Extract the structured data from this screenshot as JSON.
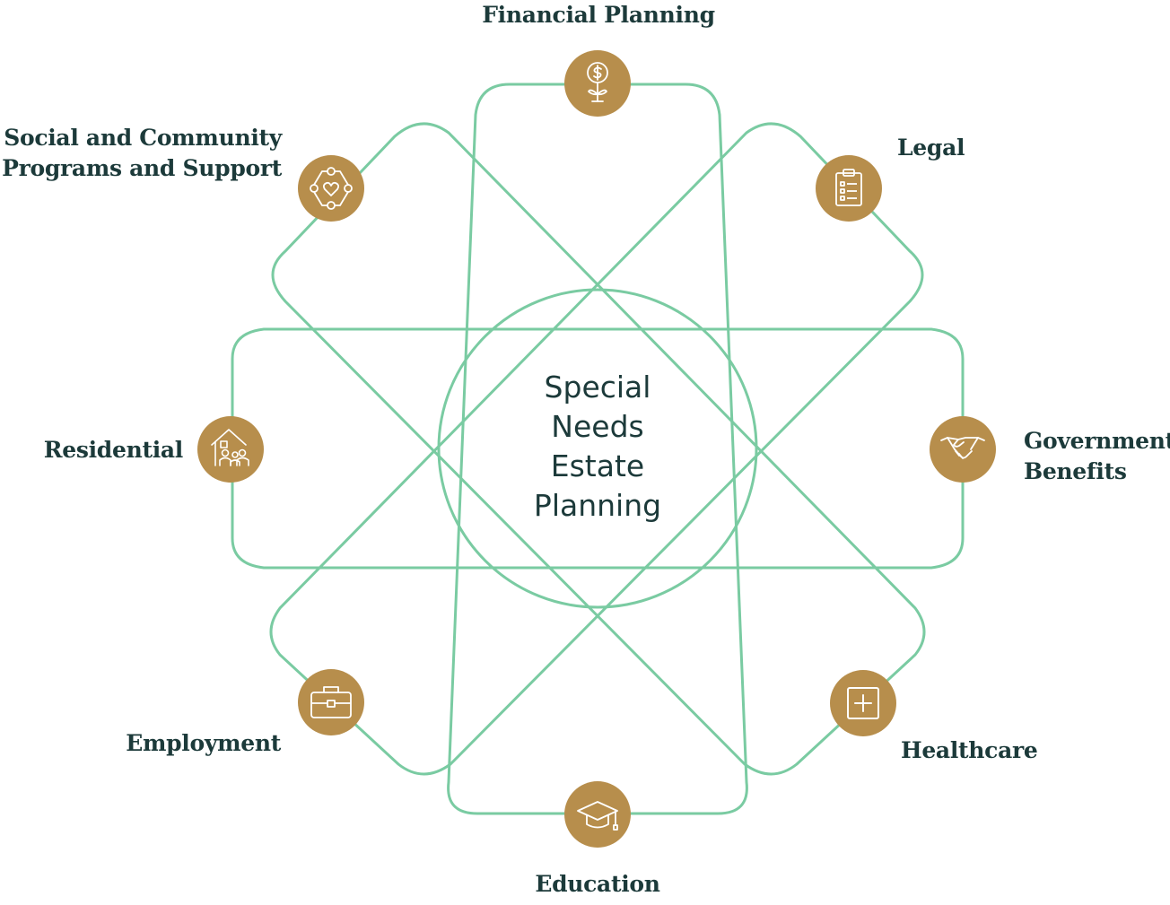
{
  "center_title": [
    "Special",
    "Needs",
    "Estate",
    "Planning"
  ],
  "colors": {
    "ring": "#7acba2",
    "node": "#b78e4c",
    "icon": "#ffffff",
    "text": "#1c3a3a"
  },
  "nodes": [
    {
      "id": "financial",
      "icon": "dollar-plant-icon",
      "label": [
        "Financial Planning"
      ]
    },
    {
      "id": "legal",
      "icon": "clipboard-checklist-icon",
      "label": [
        "Legal"
      ]
    },
    {
      "id": "government",
      "icon": "handshake-icon",
      "label": [
        "Government",
        "Benefits"
      ]
    },
    {
      "id": "healthcare",
      "icon": "medical-plus-icon",
      "label": [
        "Healthcare"
      ]
    },
    {
      "id": "education",
      "icon": "graduation-cap-icon",
      "label": [
        "Education"
      ]
    },
    {
      "id": "employment",
      "icon": "briefcase-icon",
      "label": [
        "Employment"
      ]
    },
    {
      "id": "residential",
      "icon": "house-family-icon",
      "label": [
        "Residential"
      ]
    },
    {
      "id": "social",
      "icon": "community-heart-icon",
      "label": [
        "Social and Community",
        "Programs and Support"
      ]
    }
  ]
}
